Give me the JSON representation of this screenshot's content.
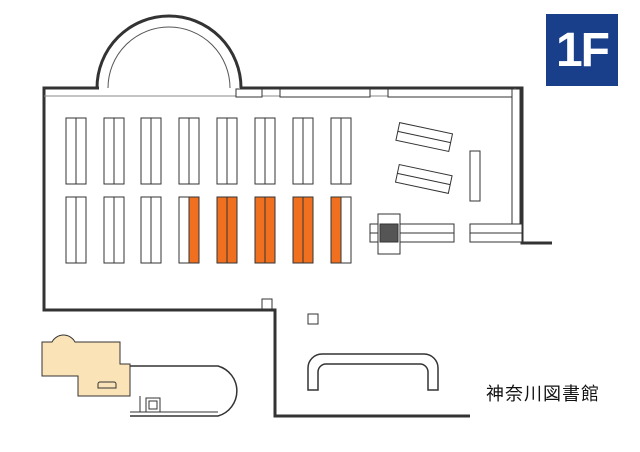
{
  "floor_label": "1F",
  "building_name": "神奈川図書館",
  "colors": {
    "floor_badge": "#1a3f8a",
    "highlighted_shelf": "#f07020",
    "annex_area": "#fbe3b8",
    "wall": "#333333",
    "dark_block": "#555555"
  },
  "shelves": {
    "upper_row_count": 8,
    "lower_row_count": 8,
    "highlighted_lower_indices": [
      4,
      5,
      6,
      7,
      8
    ]
  }
}
